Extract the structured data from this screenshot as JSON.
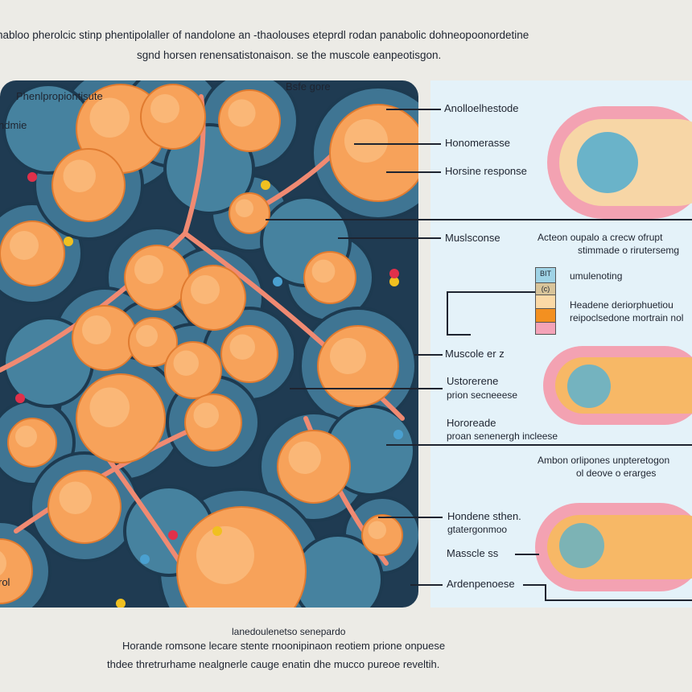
{
  "title": {
    "line1": "nabloo pherolcic stinp phentipolaller of nandolone an -thaolouses eteprdl rodan panabolic dohneopoonordetine",
    "line2": "sgnd horsen renensatistonaison. se the muscole eanpeotisgon."
  },
  "illustration_labels": {
    "top_left": "Phenlpropiontisute",
    "top_center": "Bsfe gore",
    "left_edge": "ndmie",
    "bottom_left": "rol"
  },
  "panel_labels": {
    "l1": "Anolloelhestode",
    "l2": "Honomerasse",
    "l3": "Horsine response",
    "l4": "Muslsconse",
    "l4_note_1": "Acteon oupalo a crecw ofrupt",
    "l4_note_2": "stimmade o rirutersemg",
    "stack_top": "BIT",
    "stack_second": "(c)",
    "stack_l1": "umulenoting",
    "stack_l2": "Headene deriorphuetiou",
    "stack_l3": "reipoclsedone mortrain nol",
    "l5": "Muscole er  z",
    "l6": "Ustorerene",
    "l6b": "prion secneeese",
    "l7": "Hororeade",
    "l7b": "proan senenergh incleese",
    "note2_1": "Ambon orlipones unpteretogon",
    "note2_2": "ol deove o erarges",
    "l8": "Hondene sthen.",
    "l8b": "gtatergonmoo",
    "l9": "Masscle ss",
    "l10": "Ardenpenoese"
  },
  "captions": {
    "c1": "lanedoulenetso senepardo",
    "c2": "Horande romsone lecare stente rnoonipinaon reotiem prione onpuese",
    "c3": "thdee thretrurhame nealgnerle cauge enatin dhe mucco pureoe reveltih."
  },
  "colors": {
    "cell": "#f7a25a",
    "ring": "#2f5f7a",
    "vessel": "#f08a72",
    "panel": "#e4f2f9",
    "tube": "#e86a82"
  }
}
